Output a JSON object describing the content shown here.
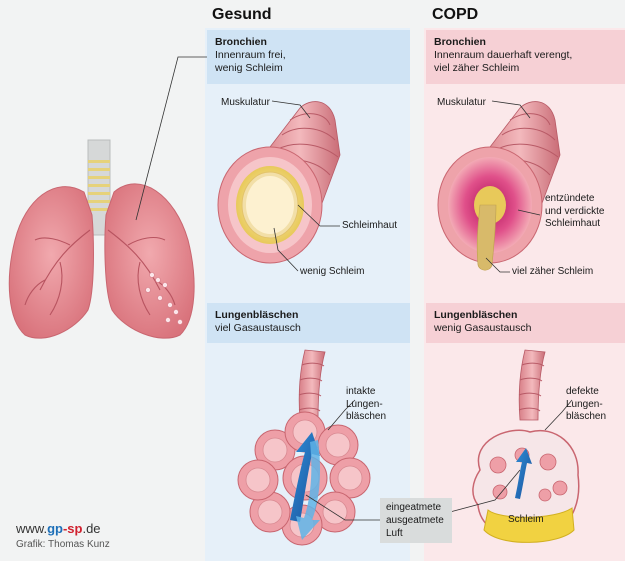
{
  "columns": {
    "healthy": "Gesund",
    "copd": "COPD"
  },
  "healthy": {
    "bronchi_title": "Bronchien",
    "bronchi_desc_1": "Innenraum frei,",
    "bronchi_desc_2": "wenig Schleim",
    "muscle": "Muskulatur",
    "mucosa": "Schleimhaut",
    "mucus": "wenig Schleim",
    "alveoli_title": "Lungenbläschen",
    "alveoli_desc": "viel Gasaustausch",
    "alveoli_label_1": "intakte",
    "alveoli_label_2": "Lungen-",
    "alveoli_label_3": "bläschen"
  },
  "copd": {
    "bronchi_title": "Bronchien",
    "bronchi_desc_1": "Innenraum dauerhaft verengt,",
    "bronchi_desc_2": "viel zäher Schleim",
    "muscle": "Muskulatur",
    "mucosa_1": "entzündete",
    "mucosa_2": "und verdickte",
    "mucosa_3": "Schleimhaut",
    "mucus": "viel zäher Schleim",
    "alveoli_title": "Lungenbläschen",
    "alveoli_desc": "wenig Gasaustausch",
    "alveoli_label_1": "defekte",
    "alveoli_label_2": "Lungen-",
    "alveoli_label_3": "bläschen",
    "mucus_pool": "Schleim"
  },
  "air": {
    "line_1": "eingeatmete",
    "line_2": "ausgeatmete",
    "line_3": "Luft"
  },
  "credit": {
    "site_prefix": "www.",
    "site_a": "gp",
    "site_dash": "-",
    "site_b": "sp",
    "site_suffix": ".de",
    "author": "Grafik: Thomas Kunz"
  },
  "colors": {
    "healthy_panel": "#e6f0f9",
    "healthy_header": "#cfe3f4",
    "copd_panel": "#fbe8ea",
    "copd_header": "#f6d0d5",
    "brand_blue": "#1d6fb8",
    "brand_red": "#d0202e",
    "tissue": "#e8939a",
    "mucus": "#e8c95a"
  }
}
